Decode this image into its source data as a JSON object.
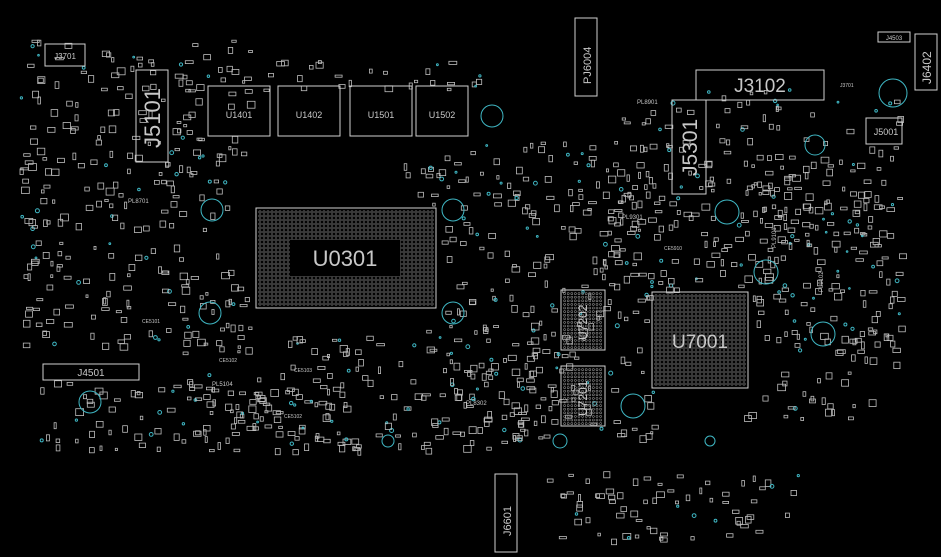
{
  "components": [
    {
      "id": "J3701",
      "ref": "J3701",
      "size": "small"
    },
    {
      "id": "J5101",
      "ref": "J5101",
      "size": "large"
    },
    {
      "id": "U1401",
      "ref": "U1401",
      "size": "small"
    },
    {
      "id": "U1402",
      "ref": "U1402",
      "size": "small"
    },
    {
      "id": "U1501",
      "ref": "U1501",
      "size": "small"
    },
    {
      "id": "U1502",
      "ref": "U1502",
      "size": "small"
    },
    {
      "id": "PJ6004",
      "ref": "PJ6004",
      "size": "medium"
    },
    {
      "id": "J3102",
      "ref": "J3102",
      "size": "large"
    },
    {
      "id": "J4503",
      "ref": "J4503",
      "size": "tiny"
    },
    {
      "id": "J6402",
      "ref": "J6402",
      "size": "medium"
    },
    {
      "id": "J5301",
      "ref": "J5301",
      "size": "large"
    },
    {
      "id": "J5001",
      "ref": "J5001",
      "size": "small"
    },
    {
      "id": "U0301",
      "ref": "U0301",
      "size": "xlarge"
    },
    {
      "id": "U7202",
      "ref": "U7202",
      "size": "medium"
    },
    {
      "id": "U7201",
      "ref": "U7201",
      "size": "medium"
    },
    {
      "id": "U7001",
      "ref": "U7001",
      "size": "xlarge"
    },
    {
      "id": "J4501",
      "ref": "J4501",
      "size": "medium"
    },
    {
      "id": "J6601",
      "ref": "J6601",
      "size": "medium"
    },
    {
      "id": "PL8701",
      "ref": "PL8701",
      "size": "tiny"
    },
    {
      "id": "PL9301",
      "ref": "PL9301",
      "size": "tiny"
    },
    {
      "id": "PL9101",
      "ref": "PL9101",
      "size": "tiny"
    },
    {
      "id": "PL9102",
      "ref": "PL9102",
      "size": "tiny"
    },
    {
      "id": "PL5104",
      "ref": "PL5104",
      "size": "tiny"
    },
    {
      "id": "PL8302",
      "ref": "PL8302",
      "size": "tiny"
    },
    {
      "id": "PL8901",
      "ref": "PL8901",
      "size": "tiny"
    },
    {
      "id": "CE5101",
      "ref": "CE5101",
      "size": "tiny"
    },
    {
      "id": "CE5102",
      "ref": "CE5102",
      "size": "tiny"
    },
    {
      "id": "CE5103",
      "ref": "CE5103",
      "size": "tiny"
    },
    {
      "id": "CE5910",
      "ref": "CE5910",
      "size": "tiny"
    },
    {
      "id": "CE5102b",
      "ref": "CE5102",
      "size": "tiny"
    },
    {
      "id": "J3701b",
      "ref": "J3701",
      "size": "tiny"
    }
  ],
  "colors": {
    "background": "#000000",
    "outline": "#d0d0d0",
    "via": "#3fb7c4"
  }
}
